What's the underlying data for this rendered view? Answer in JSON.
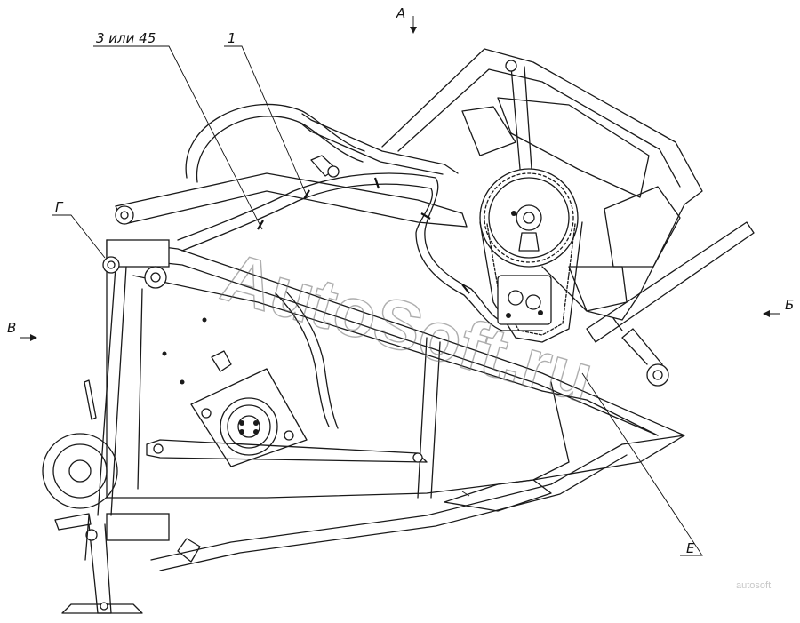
{
  "labels": {
    "view_a": "А",
    "view_b_right": "Б",
    "view_v_left": "В",
    "callout_g": "Г",
    "callout_e": "Е",
    "part_1": "1",
    "part_3_or_45": "3 или 45"
  },
  "watermark": {
    "main": "AutoSoft.ru",
    "corner": "autosoft"
  }
}
